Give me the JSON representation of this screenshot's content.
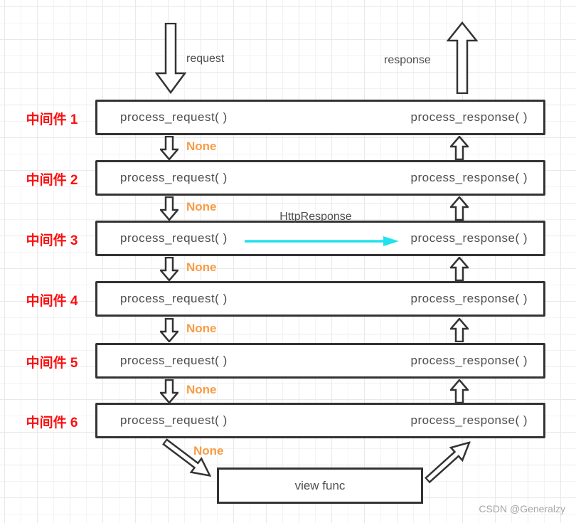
{
  "flow": {
    "request_label": "request",
    "response_label": "response",
    "none_label": "None",
    "http_response_label": "HttpResponse",
    "view_func_label": "view func"
  },
  "middlewares": [
    {
      "label": "中间件 1",
      "process_request": "process_request( )",
      "process_response": "process_response( )"
    },
    {
      "label": "中间件 2",
      "process_request": "process_request( )",
      "process_response": "process_response( )"
    },
    {
      "label": "中间件 3",
      "process_request": "process_request( )",
      "process_response": "process_response( )"
    },
    {
      "label": "中间件 4",
      "process_request": "process_request( )",
      "process_response": "process_response( )"
    },
    {
      "label": "中间件 5",
      "process_request": "process_request( )",
      "process_response": "process_response( )"
    },
    {
      "label": "中间件 6",
      "process_request": "process_request( )",
      "process_response": "process_response( )"
    }
  ],
  "watermark": "CSDN @Generalzy",
  "colors": {
    "box_border": "#333333",
    "text_gray": "#4d4d4d",
    "label_red": "#fb0f0f",
    "none_orange": "#f89c45",
    "cyan_arrow": "#1fe2ec",
    "watermark_gray": "#a6a6a6"
  }
}
